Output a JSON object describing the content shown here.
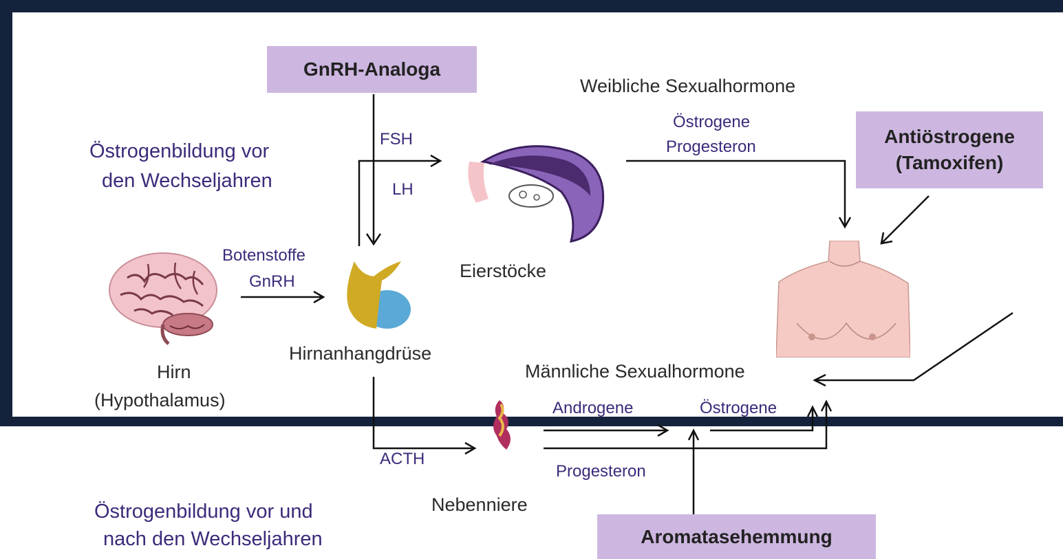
{
  "boxes": {
    "gnrh_analoga": "GnRH-Analoga",
    "antioestrogene_line1": "Antiöstrogene",
    "antioestrogene_line2": "(Tamoxifen)",
    "aromatasehemmung": "Aromatasehemmung"
  },
  "headings": {
    "weibliche": "Weibliche Sexualhormone",
    "maennliche": "Männliche Sexualhormone"
  },
  "sections": {
    "vor_line1": "Östrogenbildung vor",
    "vor_line2": "den Wechseljahren",
    "vor_nach_line1": "Östrogenbildung vor und",
    "vor_nach_line2": "nach den Wechseljahren"
  },
  "organs": {
    "hirn": "Hirn",
    "hypothalamus": "(Hypothalamus)",
    "hirnanhangdruese": "Hirnanhangdrüse",
    "eierstoecke": "Eierstöcke",
    "nebenniere": "Nebenniere"
  },
  "signals": {
    "botenstoffe": "Botenstoffe",
    "gnrh": "GnRH",
    "fsh": "FSH",
    "lh": "LH",
    "acth": "ACTH",
    "oestrogene_top": "Östrogene",
    "progesteron_top": "Progesteron",
    "androgene": "Androgene",
    "oestrogene_bottom": "Östrogene",
    "progesteron_bottom": "Progesteron"
  },
  "colors": {
    "frame": "#14233b",
    "box_fill": "#cdb7e0",
    "label_purple": "#3d2a7a"
  }
}
